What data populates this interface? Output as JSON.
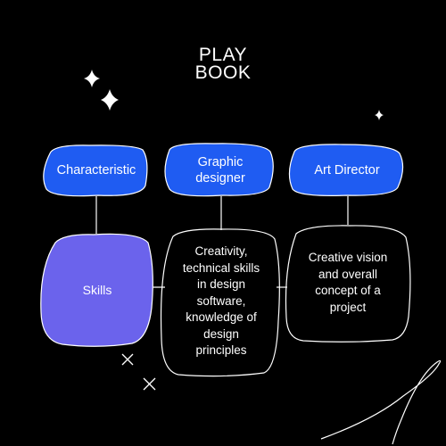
{
  "logo": {
    "line1": "PLAY",
    "line2": "BOOK"
  },
  "columns": [
    {
      "header": "Characteristic",
      "body": "Skills"
    },
    {
      "header": "Graphic\ndesigner",
      "body": "Creativity,\ntechnical skills\nin design\nsoftware,\nknowledge of\ndesign\nprinciples"
    },
    {
      "header": "Art Director",
      "body": "Creative vision\nand overall\nconcept of a\nproject"
    }
  ],
  "colors": {
    "background": "#000000",
    "header_fill": "#1f5cf2",
    "skills_fill": "#6b63ec",
    "outline": "#ffffff",
    "text": "#ffffff"
  }
}
